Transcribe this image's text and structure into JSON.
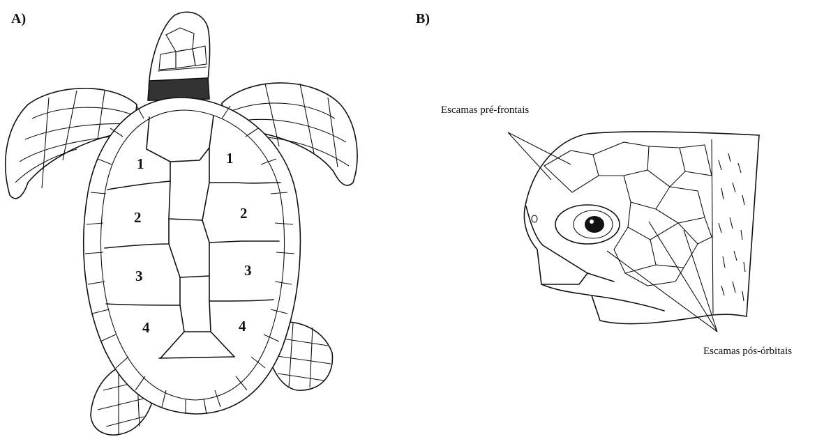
{
  "panels": {
    "a": {
      "label": "A)"
    },
    "b": {
      "label": "B)"
    }
  },
  "scutes": {
    "left": [
      "1",
      "2",
      "3",
      "4"
    ],
    "right": [
      "1",
      "2",
      "3",
      "4"
    ]
  },
  "callouts": {
    "prefrontal": "Escamas pré-frontais",
    "postorbital": "Escamas pós-órbitais"
  }
}
